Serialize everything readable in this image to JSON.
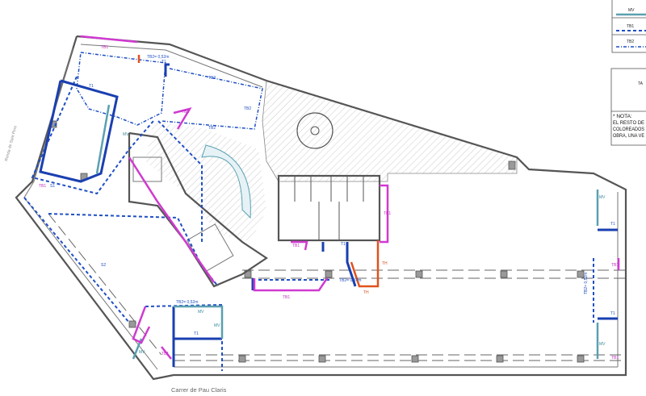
{
  "streets": {
    "left": "Ronda de Sant Pere",
    "bottom": "Carrer de Pau Claris"
  },
  "legend": {
    "items": [
      {
        "label": "MV",
        "color": "#5aa0b0"
      },
      {
        "label": "TB1",
        "color": "#1f4fc4"
      },
      {
        "label": "TB2",
        "color": "#1f4fc4"
      }
    ],
    "table_title": "TA",
    "note_lines": [
      "* NOTA:",
      "EL RESTO DE",
      "COLOREADOS",
      "OBRA, UNA VE"
    ]
  },
  "labels": {
    "tb1": "TB1",
    "tb2": "TB2",
    "t1": "T1",
    "mv": "MV",
    "th": "TH",
    "s1": "S1",
    "s2": "S2",
    "dim_tb2_052": "TB2= 0,52m",
    "dim_tb2_057": "TB2= 0,57m"
  },
  "colors": {
    "tb": "#1f4fc4",
    "t1": "#1a3fb0",
    "mv": "#5aa0b0",
    "magenta": "#d03ad0",
    "th": "#e0521e"
  }
}
